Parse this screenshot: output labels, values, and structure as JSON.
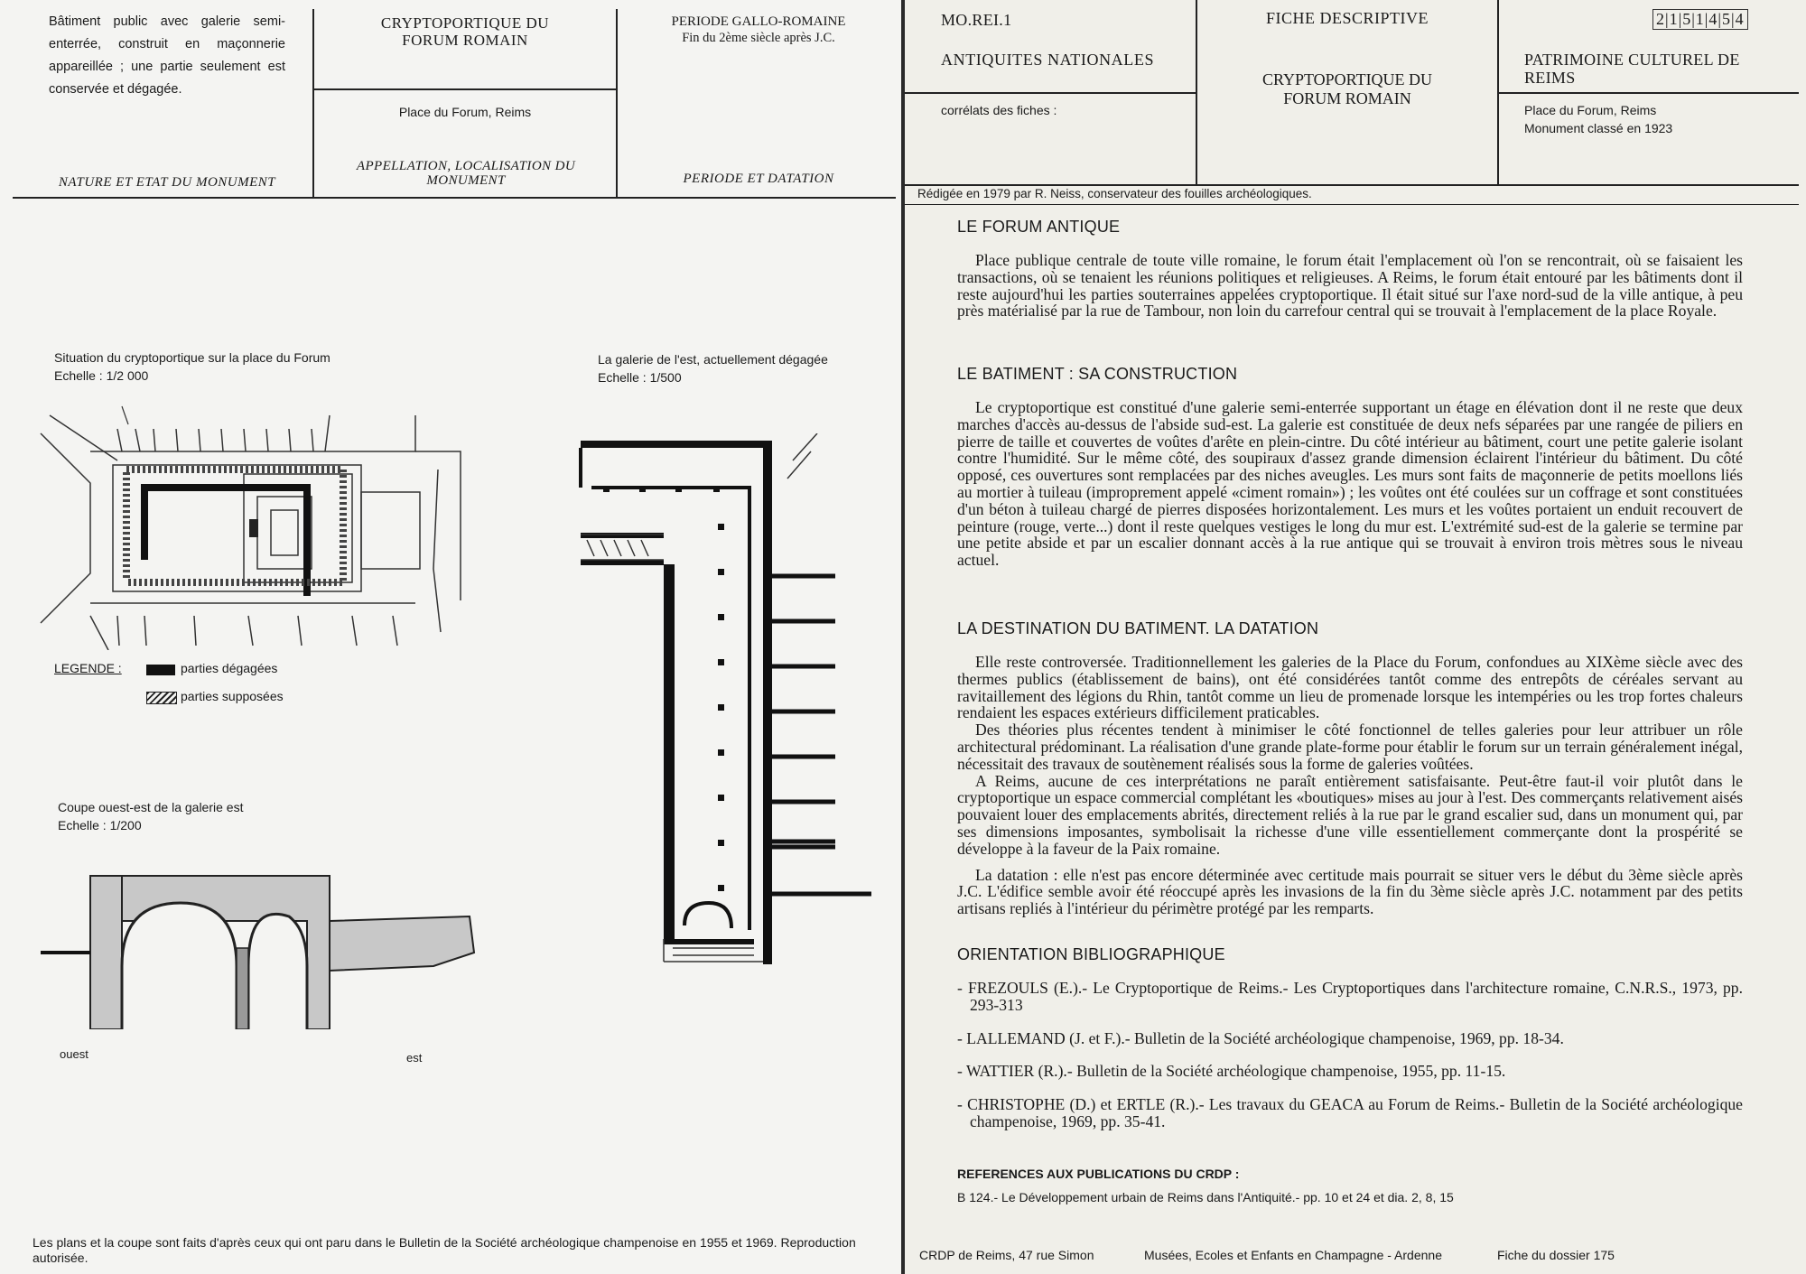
{
  "left": {
    "header": {
      "nature_text": "Bâtiment public avec galerie semi-enterrée, construit en maçonnerie appareillée ; une partie seulement est conservée et dégagée.",
      "nature_label": "NATURE ET ETAT DU MONUMENT",
      "title": "CRYPTOPORTIQUE DU FORUM ROMAIN",
      "location": "Place du Forum, Reims",
      "appellation_label": "APPELLATION, LOCALISATION DU MONUMENT",
      "period": "PERIODE GALLO-ROMAINE",
      "period_date": "Fin du 2ème siècle après J.C.",
      "period_label": "PERIODE ET DATATION"
    },
    "plan1": {
      "title": "Situation du cryptoportique sur la place du Forum",
      "scale": "Echelle : 1/2 000"
    },
    "plan2": {
      "title": "La galerie de l'est, actuellement dégagée",
      "scale": "Echelle : 1/500"
    },
    "legend": {
      "label": "LEGENDE :",
      "item1": "parties dégagées",
      "item2": "parties supposées"
    },
    "section": {
      "title": "Coupe ouest-est de la galerie est",
      "scale": "Echelle : 1/200",
      "west": "ouest",
      "east": "est"
    },
    "footer": "Les plans et la coupe sont faits d'après ceux qui ont paru dans le Bulletin de la Société archéologique champenoise en 1955 et 1969. Reproduction autorisée."
  },
  "right": {
    "header": {
      "code": "MO.REI.1",
      "national": "ANTIQUITES NATIONALES",
      "correlats": "corrélats des fiches :",
      "fiche": "FICHE DESCRIPTIVE",
      "title": "CRYPTOPORTIQUE DU FORUM ROMAIN",
      "number": "2|1|5|1|4|5|4",
      "patrimoine": "PATRIMOINE CULTUREL DE REIMS",
      "place": "Place du Forum, Reims",
      "classe": "Monument classé en 1923"
    },
    "redige": "Rédigée en 1979 par R. Neiss, conservateur des fouilles archéologiques.",
    "s1": {
      "title": "LE FORUM ANTIQUE",
      "p1": "Place publique centrale de toute ville romaine, le forum était l'emplacement où l'on se rencontrait, où se faisaient les transactions, où se tenaient les réunions politiques et religieuses. A Reims, le forum était entouré par les bâtiments dont il reste aujourd'hui les parties souterraines appelées cryptoportique. Il était situé sur l'axe nord-sud de la ville antique, à peu près matérialisé par la rue de Tambour, non loin du carrefour central qui se trouvait à l'emplacement de la place Royale."
    },
    "s2": {
      "title": "LE BATIMENT : SA CONSTRUCTION",
      "p1": "Le cryptoportique est constitué d'une galerie semi-enterrée supportant un étage en élévation dont il ne reste que deux marches d'accès au-dessus de l'abside sud-est. La galerie est constituée de deux nefs séparées par une rangée de piliers en pierre de taille et couvertes de voûtes d'arête en plein-cintre. Du côté intérieur au bâtiment, court une petite galerie isolant contre l'humidité. Sur le même côté, des soupiraux d'assez grande dimension éclairent l'intérieur du bâtiment. Du côté opposé, ces ouvertures sont remplacées par des niches aveugles. Les murs sont faits de maçonnerie de petits moellons liés au mortier à tuileau (improprement appelé «ciment romain») ; les voûtes ont été coulées sur un coffrage et sont constituées d'un béton à tuileau chargé de pierres disposées horizontalement. Les murs et les voûtes portaient un enduit recouvert de peinture (rouge, verte...) dont il reste quelques vestiges le long du mur est. L'extrémité sud-est de la galerie se termine par une petite abside et par un escalier donnant accès à la rue antique qui se trouvait à environ trois mètres sous le niveau actuel."
    },
    "s3": {
      "title": "LA DESTINATION DU BATIMENT. LA DATATION",
      "p1": "Elle reste controversée. Traditionnellement les galeries de la Place du Forum, confondues au XIXème siècle avec des thermes publics (établissement de bains), ont été considérées tantôt comme des entrepôts de céréales servant au ravitaillement des légions du Rhin, tantôt comme un lieu de promenade lorsque les intempéries ou les trop fortes chaleurs rendaient les espaces extérieurs difficilement praticables.",
      "p2": "Des théories plus récentes tendent à minimiser le côté fonctionnel de telles galeries pour leur attribuer un rôle architectural prédominant. La réalisation d'une grande plate-forme pour établir le forum sur un terrain généralement inégal, nécessitait des travaux de soutènement réalisés sous la forme de galeries voûtées.",
      "p3": "A Reims, aucune de ces interprétations ne paraît entièrement satisfaisante. Peut-être faut-il voir plutôt dans le cryptoportique un espace commercial complétant les «boutiques» mises au jour à l'est. Des commerçants relativement aisés pouvaient louer des emplacements abrités, directement reliés à la rue par le grand escalier sud, dans un monument qui, par ses dimensions imposantes, symbolisait la richesse d'une ville essentiellement commerçante dont la prospérité se développe à la faveur de la Paix romaine.",
      "p4": "La datation : elle n'est pas encore déterminée avec certitude mais pourrait se situer vers le début du 3ème siècle après J.C. L'édifice semble avoir été réoccupé après les invasions de la fin du 3ème siècle après J.C. notamment par des petits artisans repliés à l'intérieur du périmètre protégé par les remparts."
    },
    "s4": {
      "title": "ORIENTATION BIBLIOGRAPHIQUE",
      "b1": "- FREZOULS (E.).- Le Cryptoportique de Reims.- Les Cryptoportiques dans l'architecture romaine, C.N.R.S., 1973, pp. 293-313",
      "b2": "- LALLEMAND (J. et F.).- Bulletin de la Société archéologique champenoise, 1969, pp. 18-34.",
      "b3": "- WATTIER (R.).- Bulletin de la Société archéologique champenoise, 1955, pp. 11-15.",
      "b4": "- CHRISTOPHE (D.) et ERTLE (R.).- Les travaux du GEACA au Forum de Reims.- Bulletin de la Société archéologique champenoise, 1969, pp. 35-41."
    },
    "s5": {
      "title": "REFERENCES AUX PUBLICATIONS DU CRDP :",
      "ref": "B 124.- Le Développement urbain de Reims dans l'Antiquité.- pp. 10 et 24 et dia. 2, 8, 15"
    },
    "footer": {
      "crdp": "CRDP de Reims, 47 rue Simon",
      "musees": "Musées, Ecoles et Enfants en Champagne - Ardenne",
      "dossier": "Fiche du dossier 175"
    }
  }
}
